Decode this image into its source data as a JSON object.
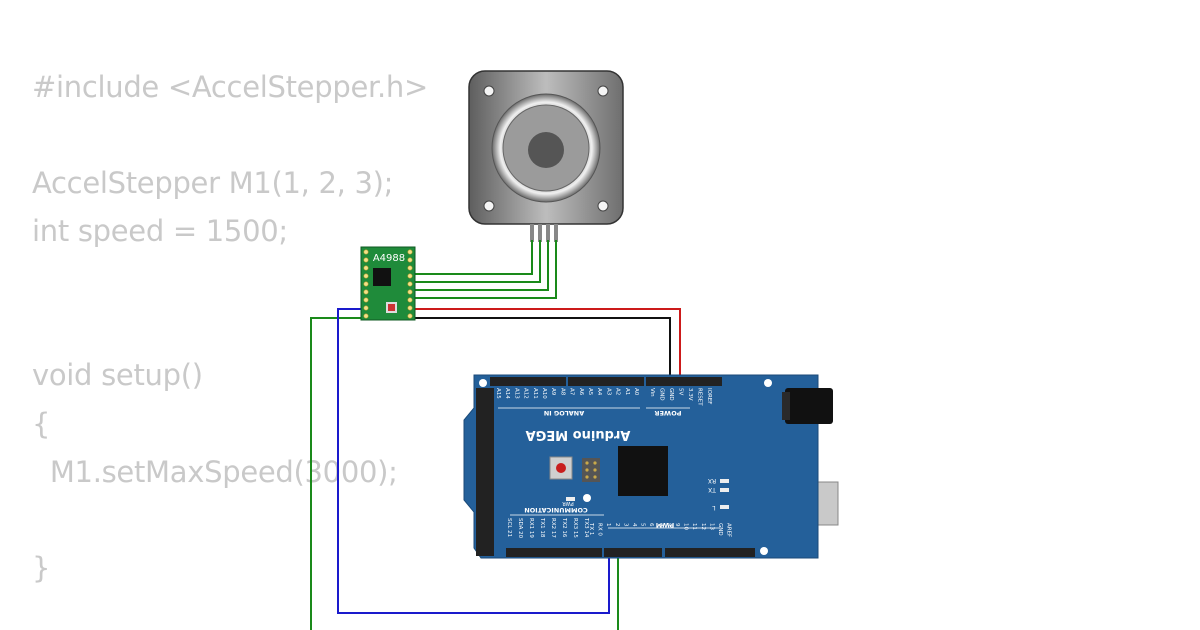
{
  "code": {
    "lines": [
      "#include <AccelStepper.h>",
      "AccelStepper M1(1, 2, 3);",
      "int speed = 1500;",
      "void setup()",
      "{",
      "  M1.setMaxSpeed(3000);",
      "}"
    ]
  },
  "driver": {
    "label": "A4988"
  },
  "arduino": {
    "name": "Arduino MEGA",
    "section_analog": "ANALOG IN",
    "section_power": "POWER",
    "section_comm": "COMMUNICATION",
    "section_pwm": "PWM",
    "analog_pins": [
      "A15",
      "A14",
      "A13",
      "A12",
      "A11",
      "A10",
      "A9",
      "A8",
      "A7",
      "A6",
      "A5",
      "A4",
      "A3",
      "A2",
      "A1",
      "A0"
    ],
    "power_pins": [
      "Vin",
      "GND",
      "GND",
      "5V",
      "3.3V",
      "RESET",
      "IOREF"
    ],
    "comm_pins": [
      "SCL 21",
      "SDA 20",
      "RX1 19",
      "TX1 18",
      "RX2 17",
      "TX2 16",
      "RX3 15",
      "TX3 14"
    ],
    "digital_pins": [
      "TX 1",
      "RX 0",
      "1",
      "2",
      "3",
      "4",
      "5",
      "6",
      "7",
      "8",
      "9",
      "10",
      "11",
      "12",
      "13",
      "GND",
      "AREF"
    ],
    "led_labels": [
      "RX",
      "TX",
      "L",
      "PWR"
    ]
  },
  "colors": {
    "board": "#24609a",
    "wire_green": "#1a8a1a",
    "wire_blue": "#1a1acc",
    "wire_red": "#cc1a1a",
    "wire_black": "#111111",
    "code_text": "#c9c9c9"
  }
}
